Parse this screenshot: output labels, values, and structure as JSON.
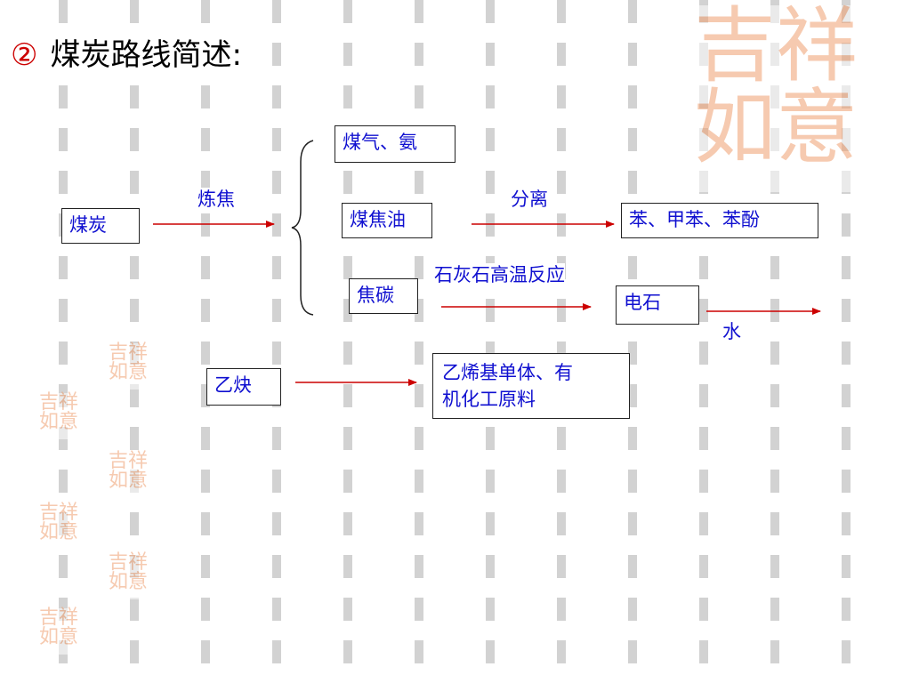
{
  "title": {
    "number": "②",
    "text": "煤炭路线简述",
    "colon": ":"
  },
  "nodes": {
    "coal": "煤炭",
    "coal_gas_ammonia": "煤气、氨",
    "coal_tar": "煤焦油",
    "coke": "焦碳",
    "aromatics": "苯、甲苯、苯酚",
    "calcium_carbide": "电石",
    "acetylene": "乙炔",
    "vinyl_monomers_line1": "乙烯基单体、有",
    "vinyl_monomers_line2": "机化工原料"
  },
  "labels": {
    "coking": "炼焦",
    "separation": "分离",
    "limestone_high_temp": "石灰石高温反应",
    "water": "水"
  },
  "decorations": {
    "watermark_chars": [
      "吉",
      "祥",
      "如",
      "意"
    ]
  },
  "colors": {
    "text": "#1010d0",
    "arrow": "#cc0000",
    "title_number": "#cc0000",
    "watermark": "#f0a070"
  }
}
